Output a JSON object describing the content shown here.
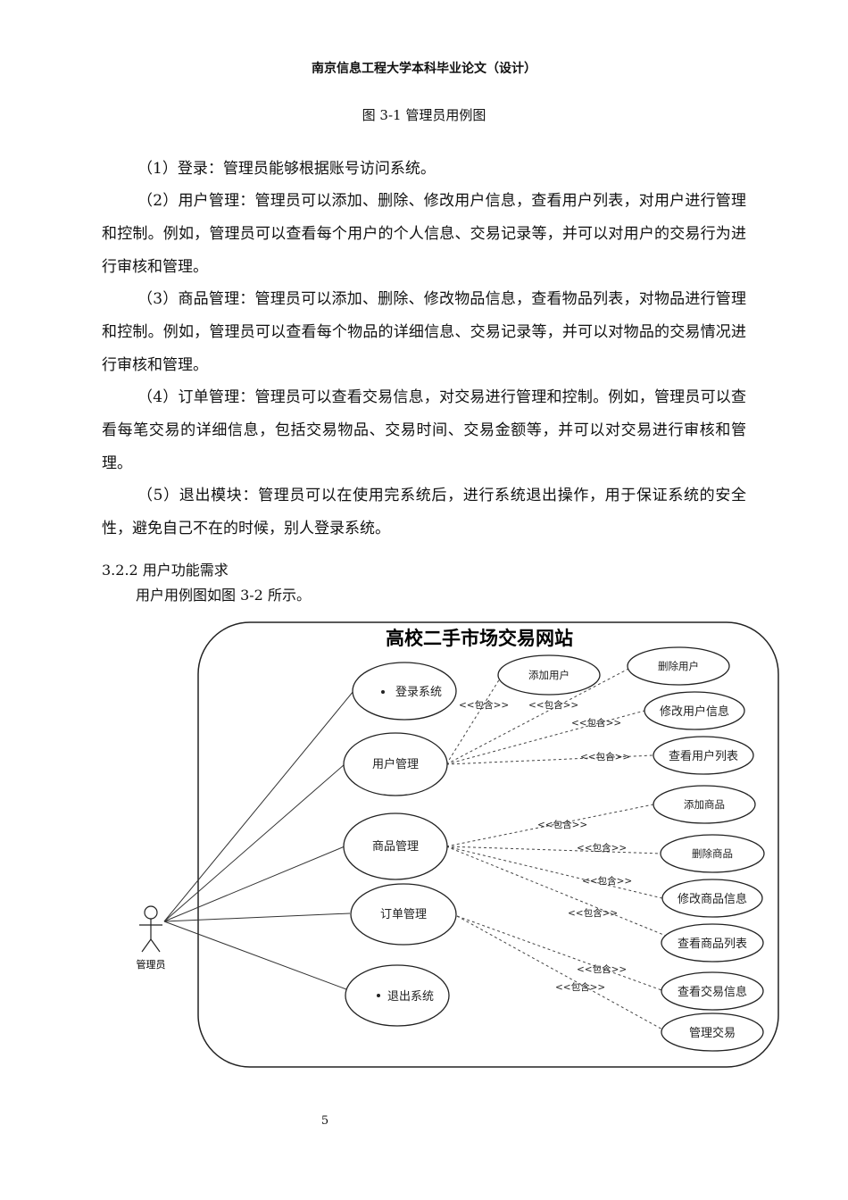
{
  "header": "南京信息工程大学本科毕业论文（设计）",
  "figure_caption": "图 3-1 管理员用例图",
  "paragraphs": [
    "（1）登录：管理员能够根据账号访问系统。",
    "（2）用户管理：管理员可以添加、删除、修改用户信息，查看用户列表，对用户进行管理和控制。例如，管理员可以查看每个用户的个人信息、交易记录等，并可以对用户的交易行为进行审核和管理。",
    "（3）商品管理：管理员可以添加、删除、修改物品信息，查看物品列表，对物品进行管理和控制。例如，管理员可以查看每个物品的详细信息、交易记录等，并可以对物品的交易情况进行审核和管理。",
    "（4）订单管理：管理员可以查看交易信息，对交易进行管理和控制。例如，管理员可以查看每笔交易的详细信息，包括交易物品、交易时间、交易金额等，并可以对交易进行审核和管理。",
    "（5）退出模块：管理员可以在使用完系统后，进行系统退出操作，用于保证系统的安全性，避免自己不在的时候，别人登录系统。"
  ],
  "section_heading": "3.2.2 用户功能需求",
  "intro_line": "用户用例图如图 3-2 所示。",
  "diagram": {
    "system_title": "高校二手市场交易网站",
    "actor": "管理员",
    "use_cases": {
      "login": "登录系统",
      "user_mgmt": "用户管理",
      "goods_mgmt": "商品管理",
      "order_mgmt": "订单管理",
      "logout": "退出系统",
      "add_user": "添加用户",
      "delete_user": "删除用户",
      "edit_user": "修改用户信息",
      "view_users": "查看用户列表",
      "add_goods": "添加商品",
      "delete_goods": "删除商品",
      "edit_goods": "修改商品信息",
      "view_goods": "查看商品列表",
      "view_trade": "查看交易信息",
      "manage_trade": "管理交易"
    },
    "include_label": "<<包含>>"
  },
  "page_number": "5"
}
